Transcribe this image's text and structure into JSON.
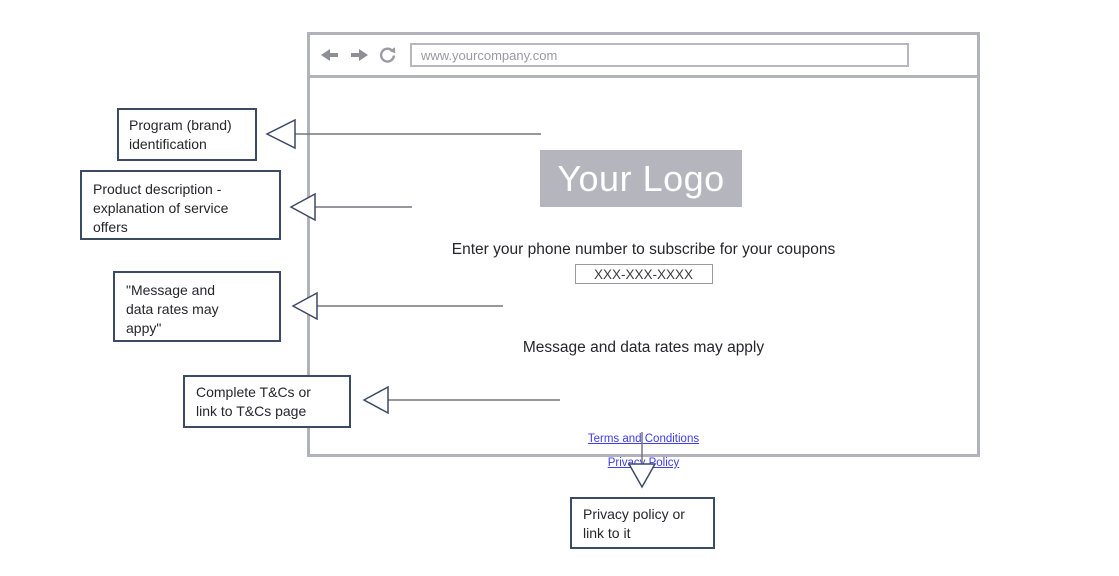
{
  "colors": {
    "frame_gray": "#b2b2ba",
    "icon_gray": "#8e8e96",
    "address_text_gray": "#9a9aa2",
    "logo_background": "#b5b5bd",
    "logo_text_color": "#ffffff",
    "body_text": "#26262c",
    "link_blue": "#3d3df2",
    "annotation_border": "#3d4a66"
  },
  "browser": {
    "toolbar": {
      "back_icon": "back-arrow",
      "forward_icon": "forward-arrow",
      "refresh_icon": "refresh",
      "url": "www.yourcompany.com"
    },
    "content": {
      "logo_text": "Your Logo",
      "subscribe_prompt": "Enter your phone number to subscribe for your coupons",
      "phone_placeholder": "XXX-XXX-XXXX",
      "rates_notice": "Message and data rates may apply",
      "terms_link": "Terms and Conditions",
      "privacy_link": "Privacy Policy"
    }
  },
  "annotations": {
    "program": "Program (brand)\nidentification",
    "product": "Product description -\nexplanation of service\noffers",
    "rates": "\"Message and\ndata rates may\nappy\"",
    "terms": "Complete T&Cs or\nlink to T&Cs page",
    "privacy": "Privacy policy or\nlink to it"
  }
}
